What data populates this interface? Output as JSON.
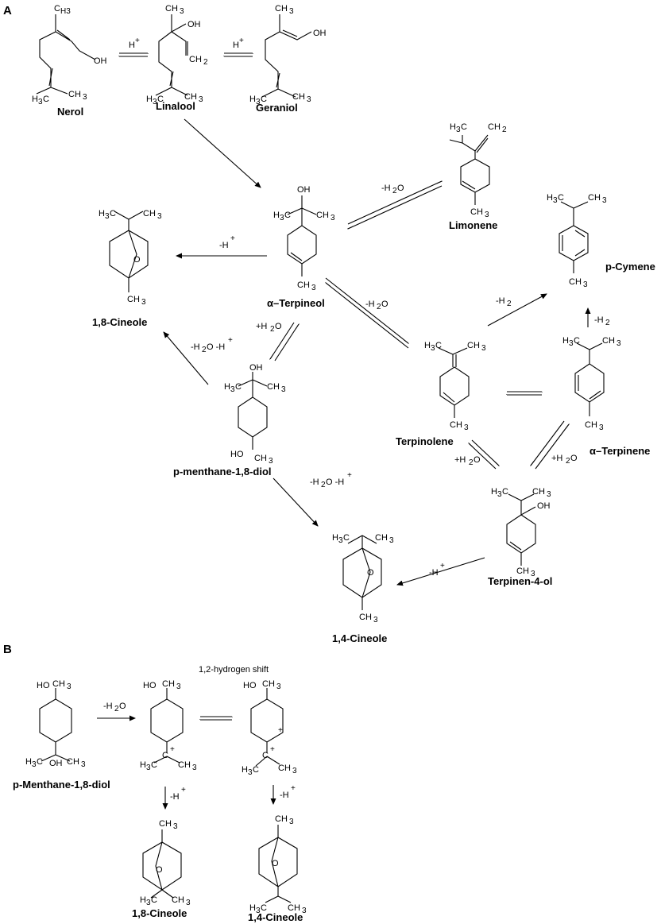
{
  "panels": {
    "a": "A",
    "b": "B"
  },
  "compounds": {
    "nerol": "Nerol",
    "linalool": "Linalool",
    "geraniol": "Geraniol",
    "limonene": "Limonene",
    "pcymene": "p-Cymene",
    "terpineol": "α–Terpineol",
    "cineole18": "1,8-Cineole",
    "diol": "p-menthane-1,8-diol",
    "terpinolene": "Terpinolene",
    "aterpinene": "α–Terpinene",
    "terpinen4ol": "Terpinen-4-ol",
    "cineole14": "1,4-Cineole",
    "diol_b": "p-Menthane-1,8-diol",
    "cineole18_b": "1,8-Cineole",
    "cineole14_b": "1,4-Cineole"
  },
  "annotations": {
    "hydrogen_shift": "1,2-hydrogen shift"
  },
  "conditions": {
    "hplus": "H",
    "sup_plus": "+",
    "minus_h2o": "-H",
    "h2o_sub": "2",
    "h2o_o": "O",
    "minus_hplus": "-H",
    "minus_h2": "-H",
    "plus_h2o": "+H"
  },
  "atoms": {
    "ch3": "CH",
    "h3c": "H",
    "c3": "C",
    "three": "3",
    "oh": "OH",
    "ho": "HO",
    "ch2": "CH",
    "two": "2",
    "o": "O",
    "c": "C"
  }
}
